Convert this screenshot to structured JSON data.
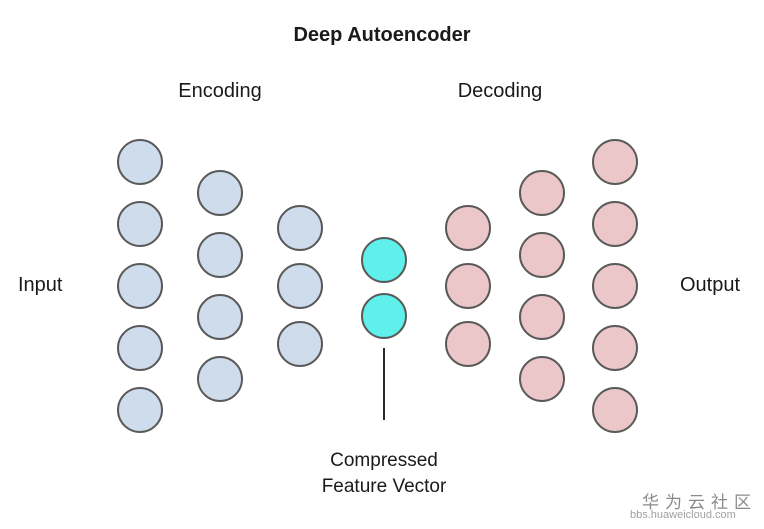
{
  "title": "Deep Autoencoder",
  "labels": {
    "encoding": "Encoding",
    "decoding": "Decoding",
    "input": "Input",
    "output": "Output",
    "compressed_line1": "Compressed",
    "compressed_line2": "Feature Vector"
  },
  "watermark": {
    "name": "华为云社区",
    "url": "bbs.huaweicloud.com"
  },
  "colors": {
    "encoder_fill": "#cfdcec",
    "bottleneck_fill": "#5ff0ec",
    "decoder_fill": "#ecc7c9",
    "node_stroke": "#5a5a5a"
  },
  "layers": [
    {
      "role": "input",
      "nodes": 5
    },
    {
      "role": "encoder",
      "nodes": 4
    },
    {
      "role": "encoder",
      "nodes": 3
    },
    {
      "role": "bottleneck",
      "nodes": 2
    },
    {
      "role": "decoder",
      "nodes": 3
    },
    {
      "role": "decoder",
      "nodes": 4
    },
    {
      "role": "output",
      "nodes": 5
    }
  ]
}
